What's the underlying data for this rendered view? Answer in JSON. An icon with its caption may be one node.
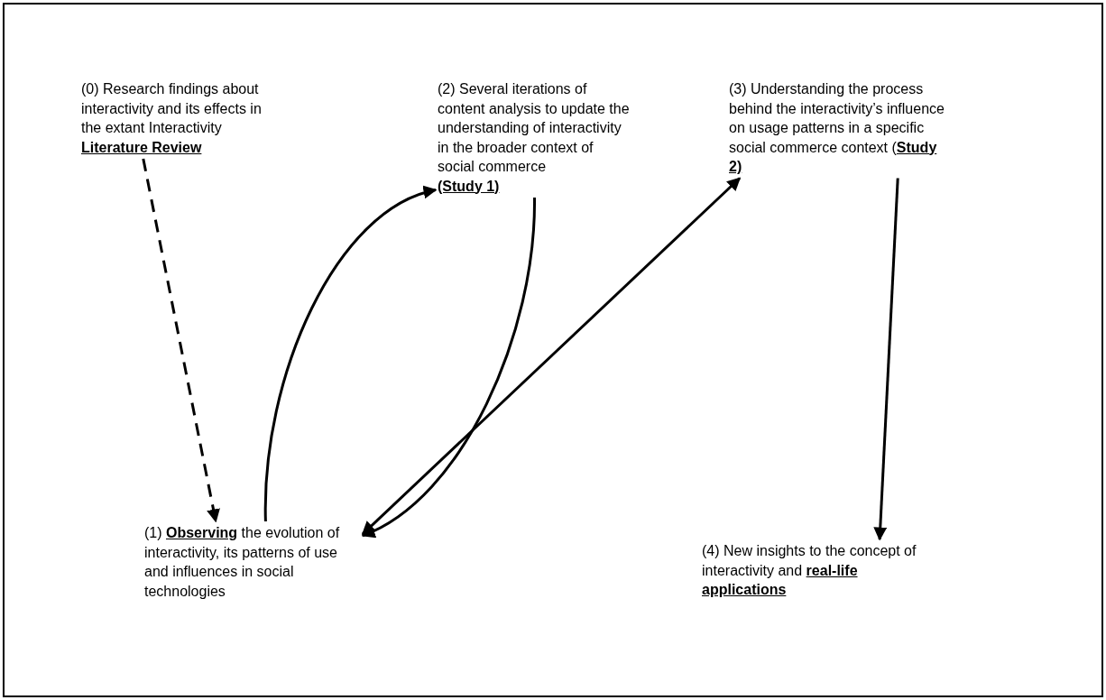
{
  "diagram": {
    "nodes": [
      {
        "text": [
          "(0) Research findings about interactivity and its effects in the extant Interactivity **Literature Review**"
        ]
      },
      {
        "text": [
          "(1) **Observing** the evolution of interactivity, its patterns of use and  influences in social technologies"
        ]
      },
      {
        "text": [
          "(2) Several iterations of content analysis to update the understanding of interactivity in the broader context of social commerce **(Study 1)**"
        ]
      },
      {
        "text": [
          "(3) Understanding the process behind the interactivity’s influence on usage patterns in a specific social commerce context (**Study 2)**"
        ]
      },
      {
        "text": [
          "(4) New insights to the concept of  interactivity and **real-life applications**"
        ]
      }
    ],
    "edges": [
      {
        "from": 0,
        "to": 1,
        "arrow": "to",
        "style": "dashed"
      },
      {
        "from": 1,
        "to": 2,
        "arrow": "to"
      },
      {
        "from": 2,
        "to": 1,
        "arrow": "to"
      },
      {
        "from": 1,
        "to": 3,
        "arrow": "both"
      },
      {
        "from": 3,
        "to": 4,
        "arrow": "to"
      }
    ]
  }
}
